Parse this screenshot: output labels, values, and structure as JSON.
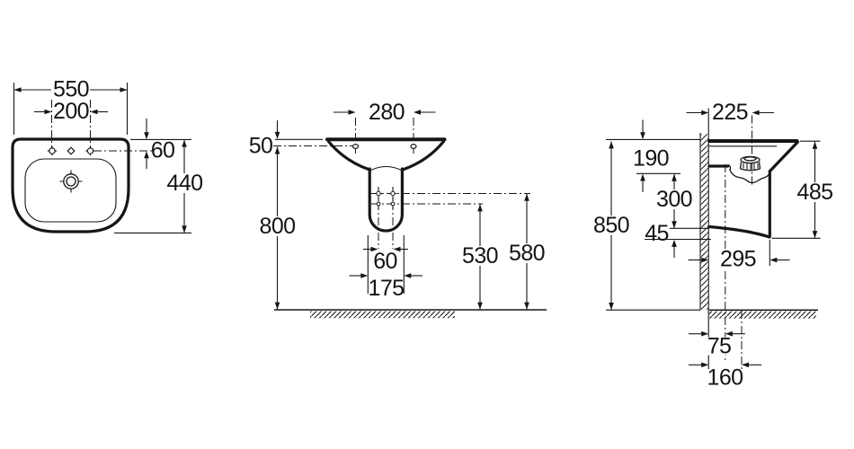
{
  "drawing": {
    "kind": "sanitaryware dimension drawing",
    "subject": "wall-hung washbasin with semi-pedestal, three orthographic views",
    "colors": {
      "ink": "#161616",
      "background": "#ffffff"
    }
  },
  "views": {
    "plan": {
      "name": "plan view (basin from above)",
      "dims": {
        "width": "550",
        "tap_spacing": "200",
        "rim_to_taps": "60",
        "depth": "440"
      }
    },
    "front": {
      "name": "front elevation with semi-pedestal",
      "dims": {
        "fixing_spacing": "280",
        "rim_to_fixing": "50",
        "fixing_to_floor": "800",
        "outlet_spacing": "60",
        "pedestal_width": "175",
        "floor_to_lower_outlet": "530",
        "floor_to_upper_outlet": "580"
      }
    },
    "side": {
      "name": "side elevation at wall",
      "dims": {
        "wall_to_tap": "225",
        "rim_to_ledge": "190",
        "ledge_to_hem": "300",
        "hem_drop": "45",
        "rim_to_hem": "485",
        "rim_height": "850",
        "wall_to_front": "295",
        "wall_to_inlet": "75",
        "wall_to_drain": "160"
      }
    }
  }
}
